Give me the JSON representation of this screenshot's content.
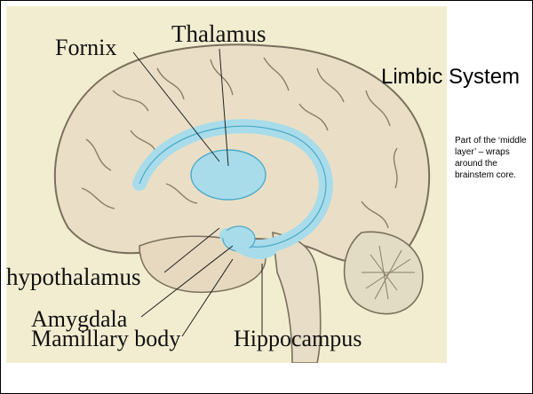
{
  "slide": {
    "title": "Limbic System",
    "note": "Part of the ‘middle layer’ – wraps around the brainstem core."
  },
  "diagram": {
    "labels": {
      "fornix": "Fornix",
      "thalamus": "Thalamus",
      "hypothalamus": "hypothalamus",
      "amygdala": "Amygdala",
      "mamillary_body": "Mamillary body",
      "hippocampus": "Hippocampus"
    },
    "colors": {
      "limbic": "#a8dcea",
      "limbic_outline": "#4aa9c8",
      "cortex": "#eadfc6",
      "background": "#f2edd0"
    }
  }
}
